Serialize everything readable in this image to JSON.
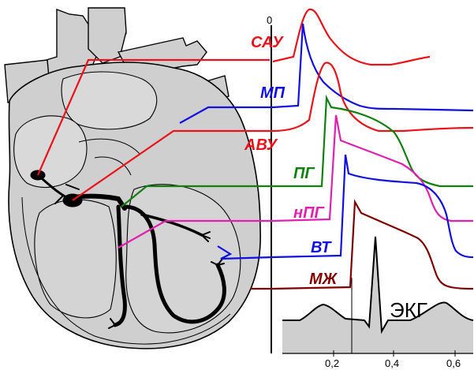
{
  "colors": {
    "sau": "#e8141a",
    "mp": "#1010e0",
    "avu": "#e8141a",
    "pg": "#108010",
    "npg": "#e020b0",
    "vt": "#1010e0",
    "mzh": "#800000",
    "heart_fill": "#cfcfcf",
    "conduction": "#000000"
  },
  "labels": {
    "zero": "0",
    "sau": "САУ",
    "mp": "МП",
    "avu": "АВУ",
    "pg": "ПГ",
    "npg": "нПГ",
    "vt": "ВТ",
    "mzh": "МЖ",
    "ekg": "ЭКГ"
  },
  "x_ticks": [
    "0,2",
    "0,4",
    "0,6"
  ]
}
